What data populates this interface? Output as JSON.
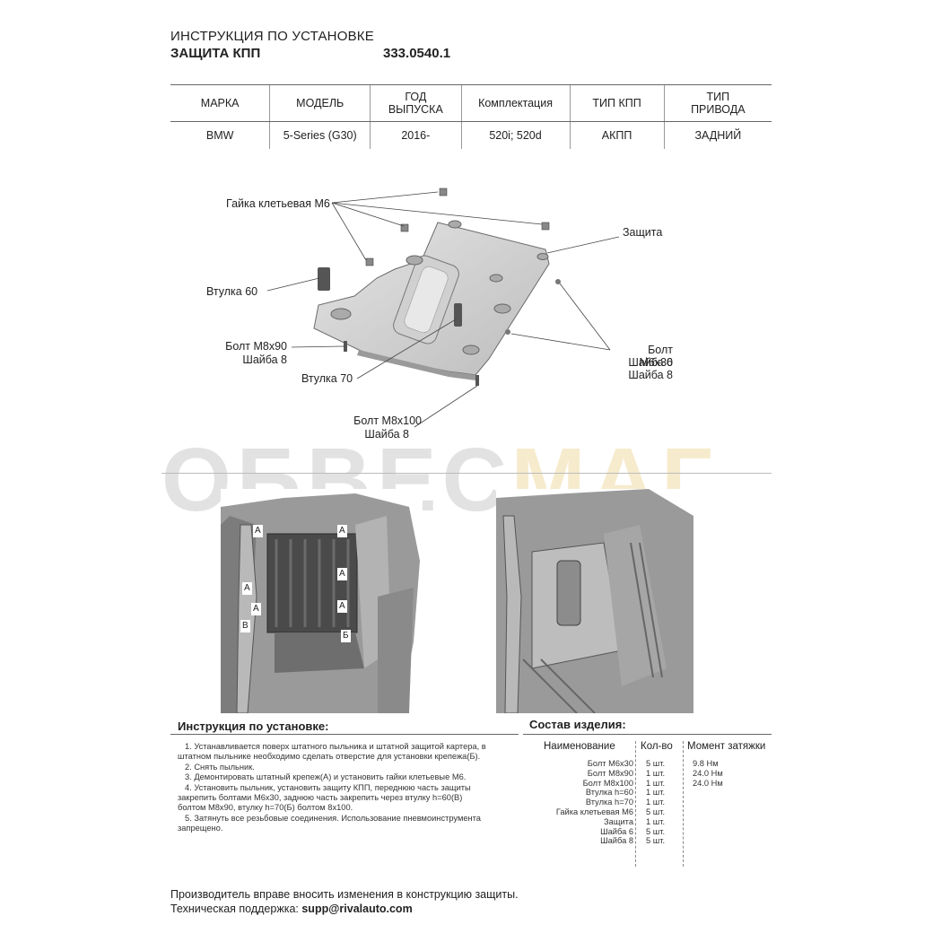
{
  "header": {
    "line1": "ИНСТРУКЦИЯ ПО УСТАНОВКЕ",
    "line2": "ЗАЩИТА КПП",
    "code": "333.0540.1"
  },
  "spec_table": {
    "headers": [
      "МАРКА",
      "МОДЕЛЬ",
      "ГОД ВЫПУСКА",
      "Комплектация",
      "ТИП КПП",
      "ТИП ПРИВОДА"
    ],
    "row": [
      "BMW",
      "5-Series (G30)",
      "2016-",
      "520i; 520d",
      "АКПП",
      "ЗАДНИЙ"
    ]
  },
  "diagram": {
    "labels": {
      "nut": "Гайка клетьевая М6",
      "guard": "Защита",
      "sleeve60": "Втулка 60",
      "bolt_m8x90": "Болт М8х90",
      "washer8_a": "Шайба 8",
      "sleeve70": "Втулка 70",
      "bolt_m6x30": "Болт М6х30",
      "washer6": "Шайба 6",
      "washer8_b": "Шайба 8",
      "bolt_m8x100": "Болт М8х100",
      "washer8_c": "Шайба 8"
    },
    "photo_markers": [
      "А",
      "А",
      "А",
      "А",
      "А",
      "А",
      "В",
      "Б"
    ]
  },
  "watermark": {
    "part1": "ОБВЕС",
    "part2": "МАГ"
  },
  "instructions": {
    "title": "Инструкция по установке:",
    "steps": [
      "1. Устанавливается поверх штатного пыльника и штатной защитой картера, в",
      "штатном пыльнике необходимо сделать отверстие для установки крепежа(Б).",
      "2. Снять пыльник.",
      "3. Демонтировать штатный крепеж(А) и установить гайки клетьевые М6.",
      "4. Установить пыльник, установить защиту КПП, переднюю часть защиты",
      "закрепить болтами М6х30, заднюю часть закрепить через втулку h=60(В)",
      "болтом М8х90, втулку h=70(Б) болтом 8х100.",
      "5. Затянуть все резьбовые соединения. Использование пневмоинструмента",
      "запрещено."
    ]
  },
  "composition": {
    "title": "Состав изделия:",
    "col_name": "Наименование",
    "col_qty": "Кол-во",
    "col_torque": "Момент затяжки",
    "names": [
      "Болт М6х30",
      "Болт М8х90",
      "Болт М8х100",
      "Втулка h=60",
      "Втулка h=70",
      "Гайка клетьевая М6",
      "Защита",
      "Шайба 6",
      "Шайба 8"
    ],
    "qtys": [
      "5 шт.",
      "1 шт.",
      "1 шт.",
      "1 шт.",
      "1 шт.",
      "5 шт.",
      "1 шт.",
      "5 шт.",
      "5 шт."
    ],
    "torques": [
      "9.8 Нм",
      "24.0 Нм",
      "24.0 Нм"
    ]
  },
  "footer": {
    "note": "Производитель вправе вносить изменения в конструкцию защиты.",
    "support_label": "Техническая поддержка:",
    "email": "supp@rivalauto.com"
  }
}
